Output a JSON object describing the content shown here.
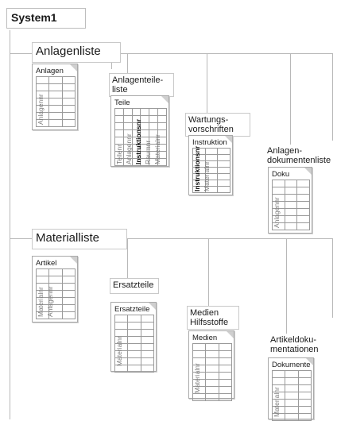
{
  "root": "System1",
  "groups": {
    "anlagenliste": "Anlagenliste",
    "materialliste": "Materialliste"
  },
  "subgroups": {
    "anlagenteileliste": "Anlagenteile-\nliste",
    "wartungsvorschriften": "Wartungs-\nvorschriften",
    "anlagendokumentenliste": "Anlagen-\ndokumentenliste",
    "ersatzteile": "Ersatzteile",
    "medien_hilfsstoffe": "Medien\nHilfsstoffe",
    "artikeldokumentationen": "Artikeldoku-\nmentationen"
  },
  "cards": {
    "anlagen": {
      "title": "Anlagen",
      "fields": [
        "Anlagennr"
      ]
    },
    "teile": {
      "title": "Teile",
      "fields": [
        "Teilenr",
        "Anlagennr",
        "Instruktionsnr",
        "Raumnr",
        "Materialnr"
      ]
    },
    "instruktion": {
      "title": "Instruktion",
      "fields": [
        "Instruktionsnr",
        "Materialnr"
      ]
    },
    "doku": {
      "title": "Doku",
      "fields": [
        "Anlagennr"
      ]
    },
    "artikel": {
      "title": "Artikel",
      "fields": [
        "Materialnr",
        "Anlagennr"
      ]
    },
    "ersatzteile": {
      "title": "Ersatzteile",
      "fields": [
        "Materialnr"
      ]
    },
    "medien": {
      "title": "Medien",
      "fields": [
        "Materialnr"
      ]
    },
    "dokumente": {
      "title": "Dokumente",
      "fields": [
        "Materialnr"
      ]
    }
  }
}
